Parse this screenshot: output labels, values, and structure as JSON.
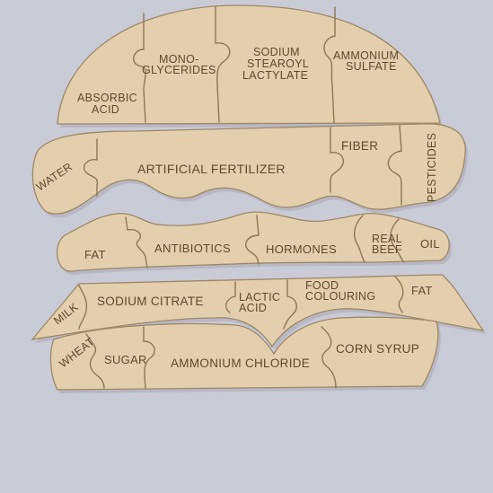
{
  "scene": {
    "background_color": "#c9cbd6",
    "wood_color": "#e3cfae",
    "engrave_color": "#5e4a2c"
  },
  "top_bun": {
    "absorbic_acid": [
      "ABSORBIC",
      "ACID"
    ],
    "monoglycerides": [
      "MONO-",
      "GLYCERIDES"
    ],
    "sodium_stearoyl_lactylate": [
      "SODIUM",
      "STEAROYL",
      "LACTYLATE"
    ],
    "ammonium_sulfate": [
      "AMMONIUM",
      "SULFATE"
    ]
  },
  "lettuce": {
    "water": "WATER",
    "artificial_fertilizer": "ARTIFICIAL FERTILIZER",
    "fiber": "FIBER",
    "pesticides": "PESTICIDES"
  },
  "patty": {
    "fat": "FAT",
    "antibiotics": "ANTIBIOTICS",
    "hormones": "HORMONES",
    "real_beef": [
      "REAL",
      "BEEF"
    ],
    "oil": "OIL"
  },
  "cheese": {
    "milk": "MILK",
    "sodium_citrate": "SODIUM CITRATE",
    "lactic_acid": [
      "LACTIC",
      "ACID"
    ],
    "food_colouring": [
      "FOOD",
      "COLOURING"
    ],
    "fat": "FAT"
  },
  "bottom_bun": {
    "wheat": "WHEAT",
    "sugar": "SUGAR",
    "ammonium_chloride": "AMMONIUM CHLORIDE",
    "corn_syrup": "CORN SYRUP"
  }
}
